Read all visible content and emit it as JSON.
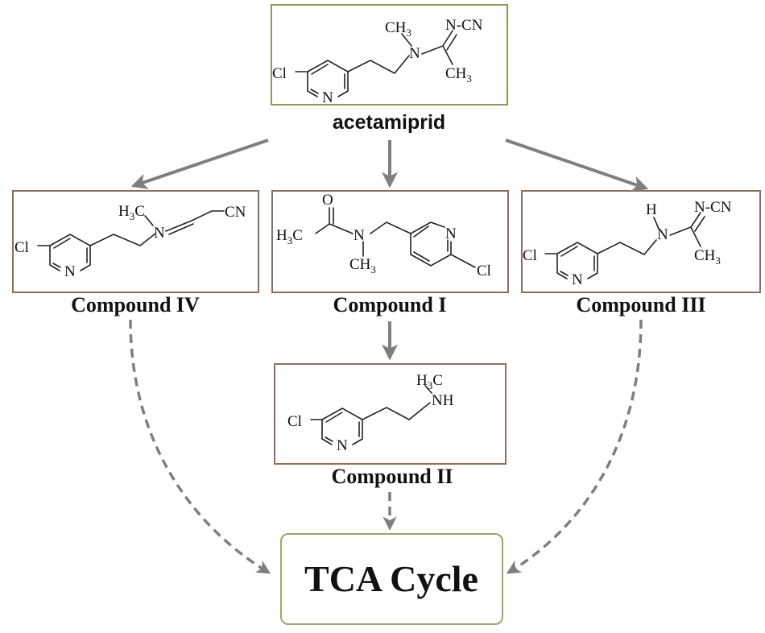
{
  "title": "acetamiprid",
  "compounds": {
    "acetamiprid": {
      "label": "acetamiprid"
    },
    "compound_iv": {
      "label": "Compound IV"
    },
    "compound_i": {
      "label": "Compound I"
    },
    "compound_iii": {
      "label": "Compound III"
    },
    "compound_ii": {
      "label": "Compound II"
    }
  },
  "target": {
    "label": "TCA Cycle"
  },
  "atoms": {
    "cl": "Cl",
    "n": "N",
    "h": "H",
    "o": "O",
    "nh": "NH",
    "cn": "CN",
    "ch": "CH",
    "h3c_h": "H",
    "h3c_c": "C",
    "three": "3",
    "n_cn": "N-CN"
  },
  "pathways": [
    {
      "from": "acetamiprid",
      "to": "Compound IV",
      "style": "solid"
    },
    {
      "from": "acetamiprid",
      "to": "Compound I",
      "style": "solid"
    },
    {
      "from": "acetamiprid",
      "to": "Compound III",
      "style": "solid"
    },
    {
      "from": "Compound I",
      "to": "Compound II",
      "style": "solid"
    },
    {
      "from": "Compound IV",
      "to": "TCA Cycle",
      "style": "dashed"
    },
    {
      "from": "Compound II",
      "to": "TCA Cycle",
      "style": "dashed"
    },
    {
      "from": "Compound III",
      "to": "TCA Cycle",
      "style": "dashed"
    }
  ],
  "colors": {
    "arrow": "#7f7f7f",
    "acetamiprid_border": "#8a9a55",
    "compound_border": "#8c6e60",
    "tca_border": "#9aa86a"
  }
}
